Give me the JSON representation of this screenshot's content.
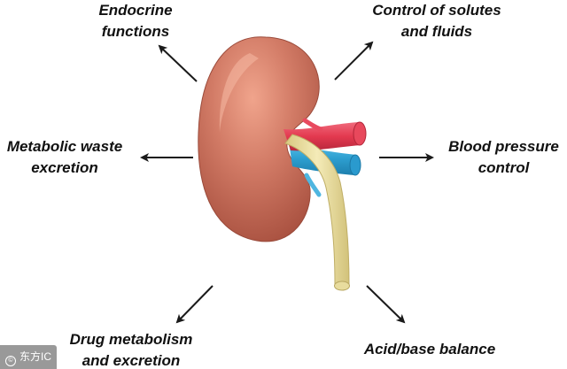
{
  "labels": {
    "endocrine": [
      "Endocrine",
      "functions"
    ],
    "solutes": [
      "Control of solutes",
      "and fluids"
    ],
    "metabolic": [
      "Metabolic waste",
      "excretion"
    ],
    "blood_pressure": [
      "Blood pressure",
      "control"
    ],
    "drug": [
      "Drug metabolism",
      "and excretion"
    ],
    "acid_base": [
      "Acid/base balance"
    ]
  },
  "watermark": {
    "icon": "copyright-icon",
    "text": "东方IC"
  },
  "colors": {
    "kidney": "#c86a5a",
    "kidney_highlight": "#e99a82",
    "artery": "#e84a5f",
    "vein": "#35a8d6",
    "ureter": "#efe3a0",
    "arrow": "#1a1a1a"
  }
}
